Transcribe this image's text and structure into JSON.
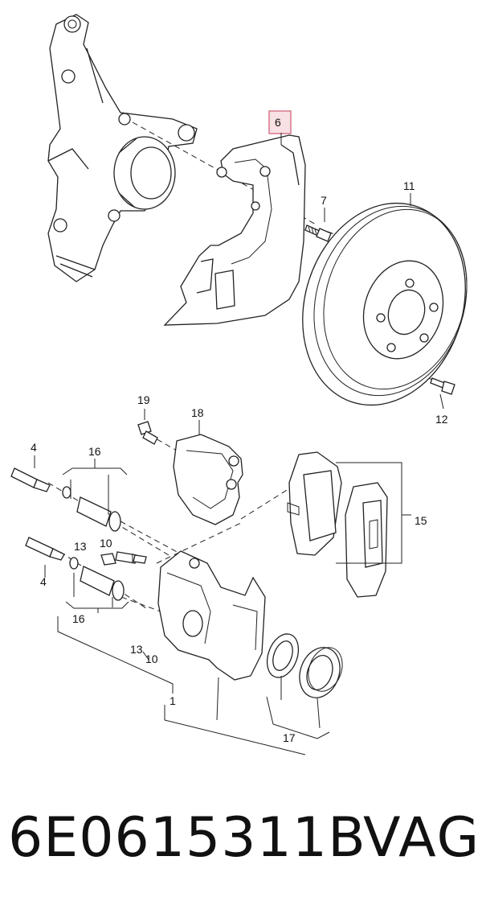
{
  "callouts": {
    "c1": "1",
    "c4a": "4",
    "c4b": "4",
    "c6": "6",
    "c7": "7",
    "c10a": "10",
    "c10b": "10",
    "c11": "11",
    "c12": "12",
    "c13a": "13",
    "c13b": "13",
    "c15": "15",
    "c16a": "16",
    "c16b": "16",
    "c17": "17",
    "c18": "18",
    "c19": "19"
  },
  "highlight_color": "#e9a9b3",
  "footer": {
    "part_number": "6E0615311B",
    "brand": "VAG"
  }
}
